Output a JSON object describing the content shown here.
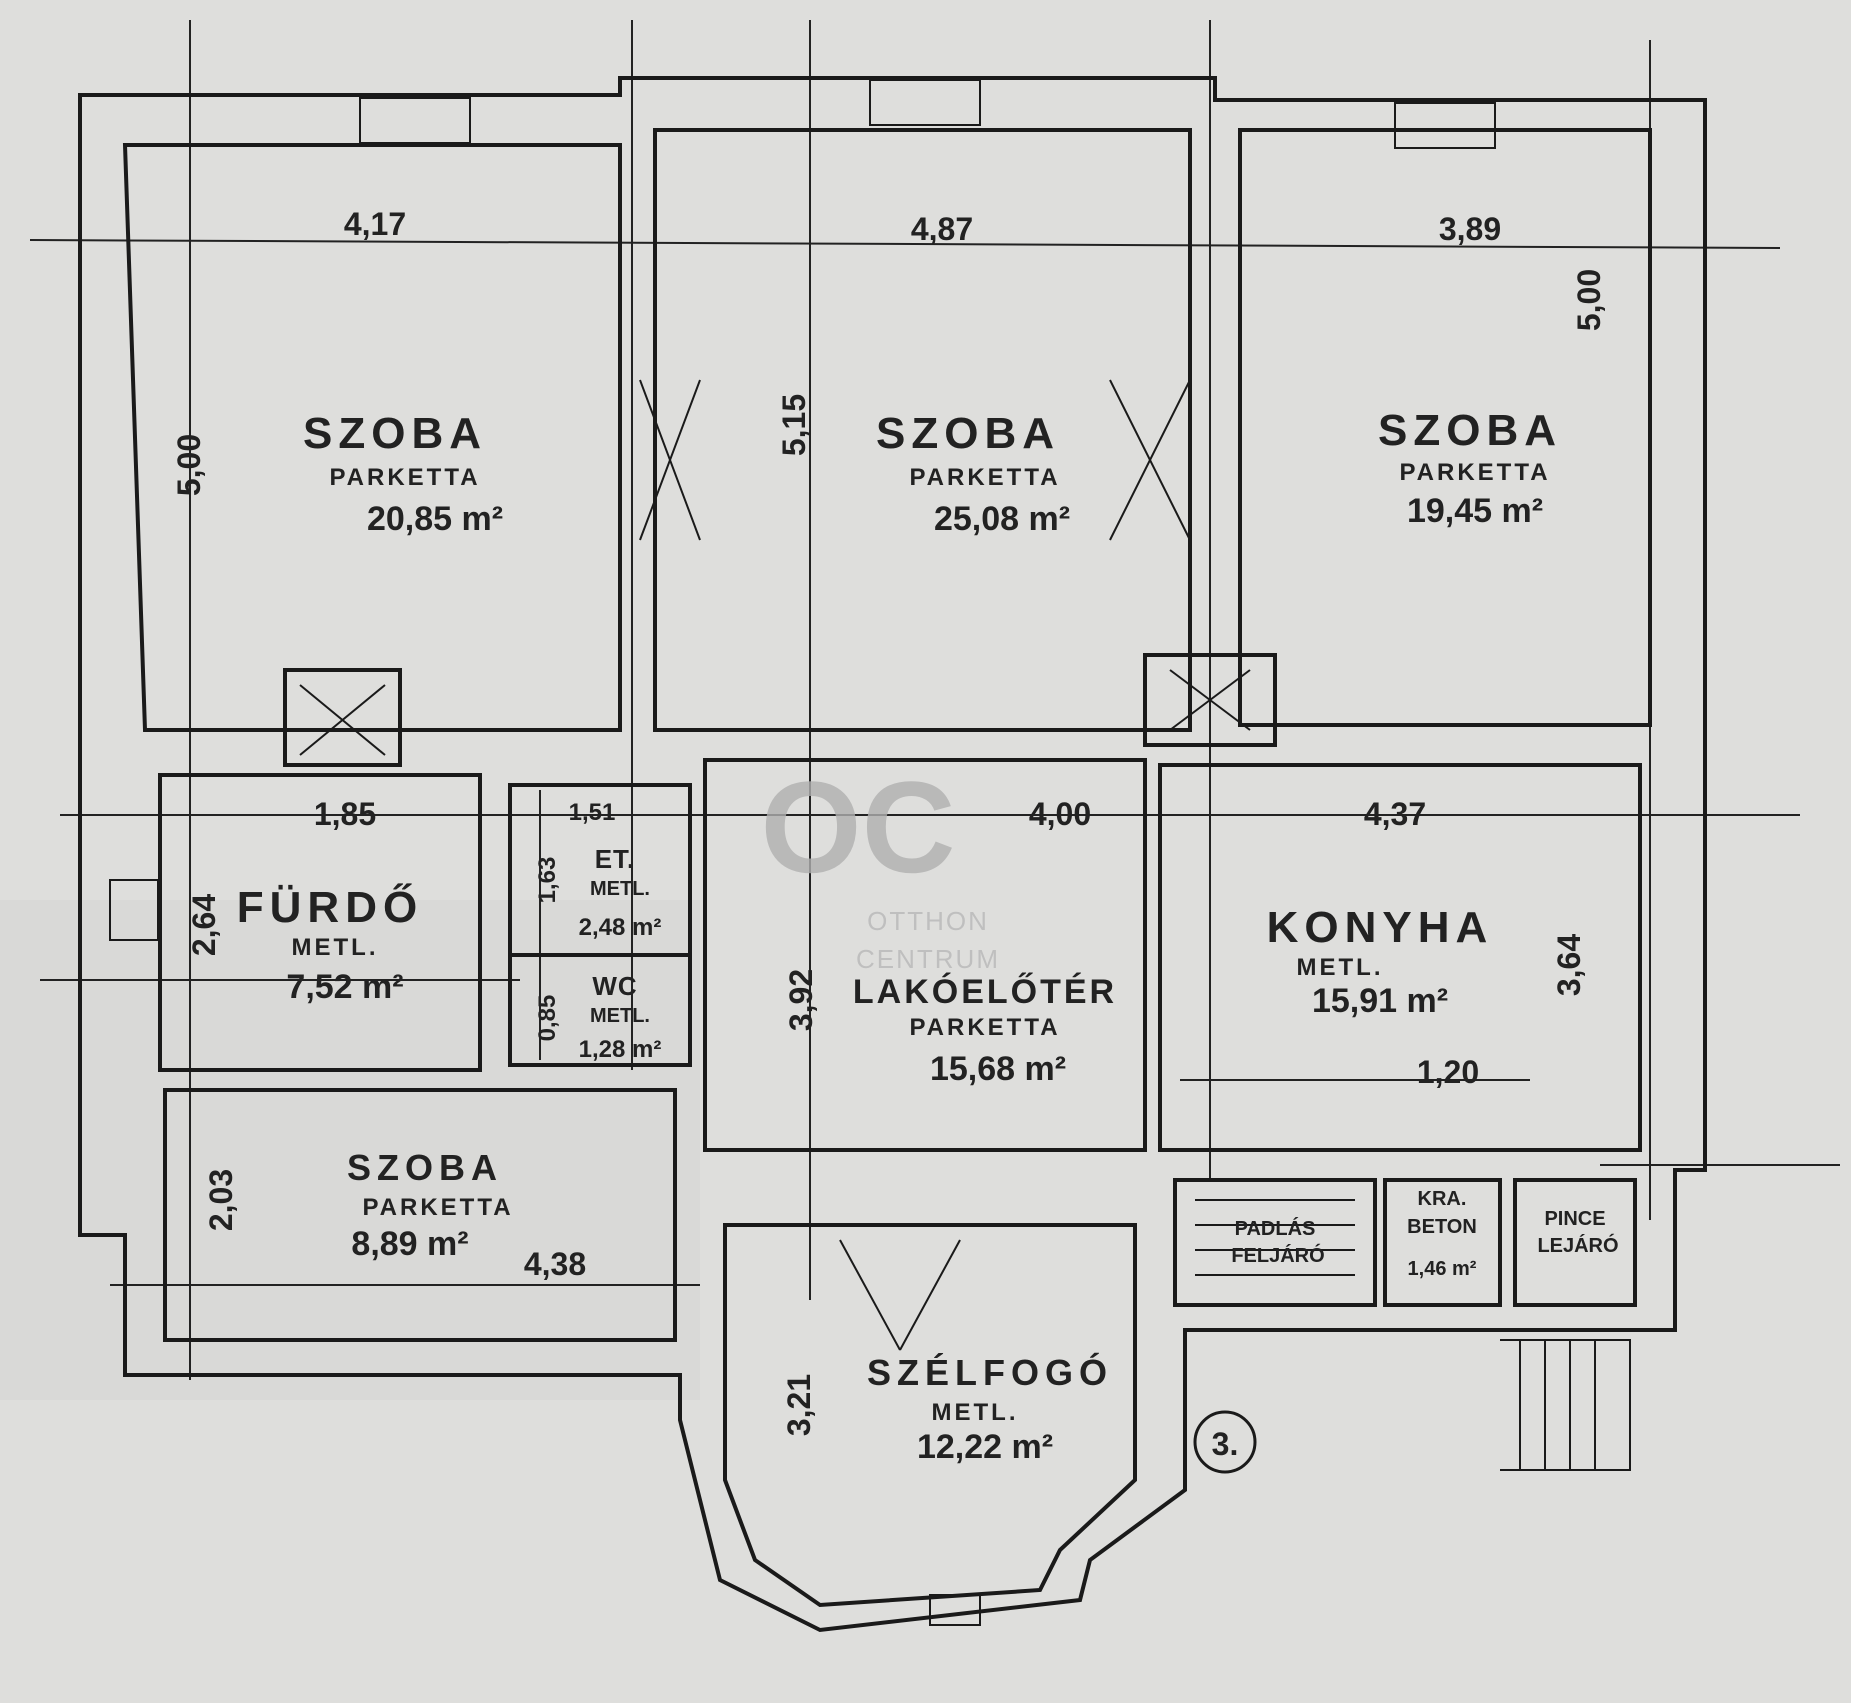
{
  "rooms": {
    "szoba1": {
      "name": "SZOBA",
      "floor": "PARKETTA",
      "area": "20,85 m²"
    },
    "szoba2": {
      "name": "SZOBA",
      "floor": "PARKETTA",
      "area": "25,08 m²"
    },
    "szoba3": {
      "name": "SZOBA",
      "floor": "PARKETTA",
      "area": "19,45 m²"
    },
    "furdo": {
      "name": "FÜRDŐ",
      "floor": "METL.",
      "area": "7,52 m²"
    },
    "et": {
      "name": "ET.",
      "floor": "METL.",
      "area": "2,48 m²"
    },
    "wc": {
      "name": "WC",
      "floor": "METL.",
      "area": "1,28 m²"
    },
    "lakoeloter": {
      "name": "LAKÓELŐTÉR",
      "floor": "PARKETTA",
      "area": "15,68 m²"
    },
    "konyha": {
      "name": "KONYHA",
      "floor": "METL.",
      "area": "15,91 m²"
    },
    "szoba4": {
      "name": "SZOBA",
      "floor": "PARKETTA",
      "area": "8,89 m²"
    },
    "szelfogo": {
      "name": "SZÉLFOGÓ",
      "floor": "METL.",
      "area": "12,22 m²"
    },
    "padlas": {
      "line1": "PADLÁS",
      "line2": "FELJÁRÓ"
    },
    "kamra": {
      "name": "KRA.",
      "floor": "BETON",
      "area": "1,46 m²"
    },
    "pince": {
      "line1": "PINCE",
      "line2": "LEJÁRÓ"
    }
  },
  "dimensions": {
    "w1": "4,17",
    "w2": "4,87",
    "w3": "3,89",
    "h1": "5,00",
    "h2": "5,15",
    "h3": "5,00",
    "w_furdo": "1,85",
    "w_et": "1,51",
    "w_lak": "4,00",
    "w_kon": "4,37",
    "h_furdo": "2,64",
    "h_et": "1,63",
    "h_wc": "0,85",
    "h_lak": "3,92",
    "h_kon": "3,64",
    "w_120": "1,20",
    "h_szoba4": "2,03",
    "w_szoba4": "4,38",
    "h_szel": "3,21"
  },
  "label_3": "3.",
  "watermark": {
    "mark": "OC",
    "line1": "OTTHON",
    "line2": "CENTRUM"
  }
}
